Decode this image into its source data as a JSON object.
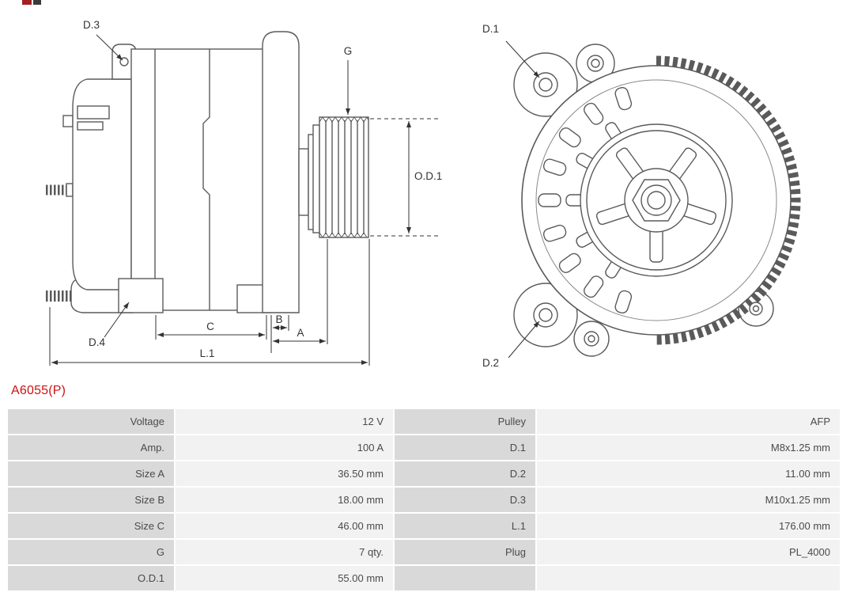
{
  "part_number": "A6055(P)",
  "accent_color": "#cc1111",
  "diagram": {
    "labels": {
      "d1": "D.1",
      "d2": "D.2",
      "d3": "D.3",
      "d4": "D.4",
      "g": "G",
      "od1": "O.D.1",
      "a": "A",
      "b": "B",
      "c": "C",
      "l1": "L.1"
    }
  },
  "spec_table": {
    "rows": [
      {
        "label_left": "Voltage",
        "value_left": "12 V",
        "label_right": "Pulley",
        "value_right": "AFP"
      },
      {
        "label_left": "Amp.",
        "value_left": "100 A",
        "label_right": "D.1",
        "value_right": "M8x1.25 mm"
      },
      {
        "label_left": "Size A",
        "value_left": "36.50 mm",
        "label_right": "D.2",
        "value_right": "11.00 mm"
      },
      {
        "label_left": "Size B",
        "value_left": "18.00 mm",
        "label_right": "D.3",
        "value_right": "M10x1.25 mm"
      },
      {
        "label_left": "Size C",
        "value_left": "46.00 mm",
        "label_right": "L.1",
        "value_right": "176.00 mm"
      },
      {
        "label_left": "G",
        "value_left": "7 qty.",
        "label_right": "Plug",
        "value_right": "PL_4000"
      },
      {
        "label_left": "O.D.1",
        "value_left": "55.00 mm",
        "label_right": "",
        "value_right": ""
      }
    ]
  }
}
